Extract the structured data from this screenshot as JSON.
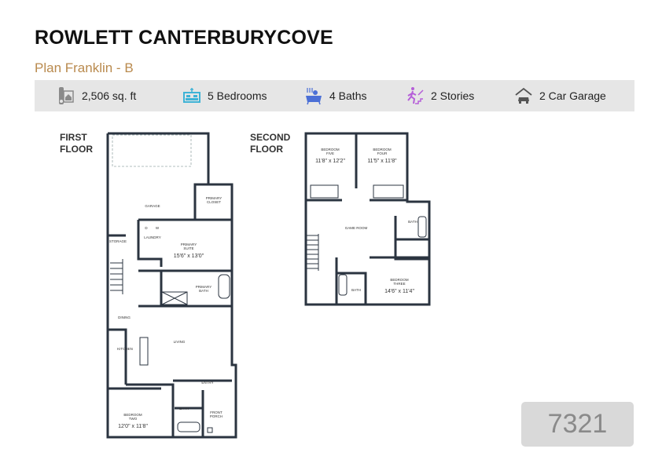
{
  "header": {
    "title": "ROWLETT CANTERBURYCOVE",
    "plan": "Plan Franklin - B"
  },
  "features": [
    {
      "icon": "square-footage-icon",
      "label": "2,506 sq. ft",
      "color": "#8a8a8a"
    },
    {
      "icon": "bed-icon",
      "label": "5 Bedrooms",
      "color": "#3fb3d6"
    },
    {
      "icon": "bath-icon",
      "label": "4 Baths",
      "color": "#4b6fd6"
    },
    {
      "icon": "stairs-icon",
      "label": "2 Stories",
      "color": "#b55fd8"
    },
    {
      "icon": "garage-icon",
      "label": "2 Car Garage",
      "color": "#555555"
    }
  ],
  "first_floor": {
    "label_line1": "FIRST",
    "label_line2": "FLOOR",
    "rooms": {
      "garage": "GARAGE",
      "primary_closet_1": "PRIMARY",
      "primary_closet_2": "CLOSET",
      "laundry": "LAUNDRY",
      "dw_d": "D",
      "dw_w": "W",
      "storage": "STORAGE",
      "primary_suite_1": "PRIMARY",
      "primary_suite_2": "SUITE",
      "primary_suite_dim": "15'6\" x 13'0\"",
      "primary_bath_1": "PRIMARY",
      "primary_bath_2": "BATH",
      "dining": "DINING",
      "living": "LIVING",
      "kitchen": "KITCHEN",
      "entry": "ENTRY",
      "bath": "BATH",
      "bedroom_two_1": "BEDROOM",
      "bedroom_two_2": "TWO",
      "bedroom_two_dim": "12'0\" x 11'8\"",
      "porch_1": "FRONT",
      "porch_2": "PORCH"
    }
  },
  "second_floor": {
    "label_line1": "SECOND",
    "label_line2": "FLOOR",
    "rooms": {
      "bedroom_five_1": "BEDROOM",
      "bedroom_five_2": "FIVE",
      "bedroom_five_dim": "11'8\" x 12'2\"",
      "bedroom_four_1": "BEDROOM",
      "bedroom_four_2": "FOUR",
      "bedroom_four_dim": "11'5\" x 11'8\"",
      "game_room": "GAME ROOM",
      "bath_1": "BATH",
      "bath_2": "BATH",
      "bedroom_three_1": "BEDROOM",
      "bedroom_three_2": "THREE",
      "bedroom_three_dim": "14'6\" x 11'4\""
    }
  },
  "badge": {
    "number": "7321"
  }
}
